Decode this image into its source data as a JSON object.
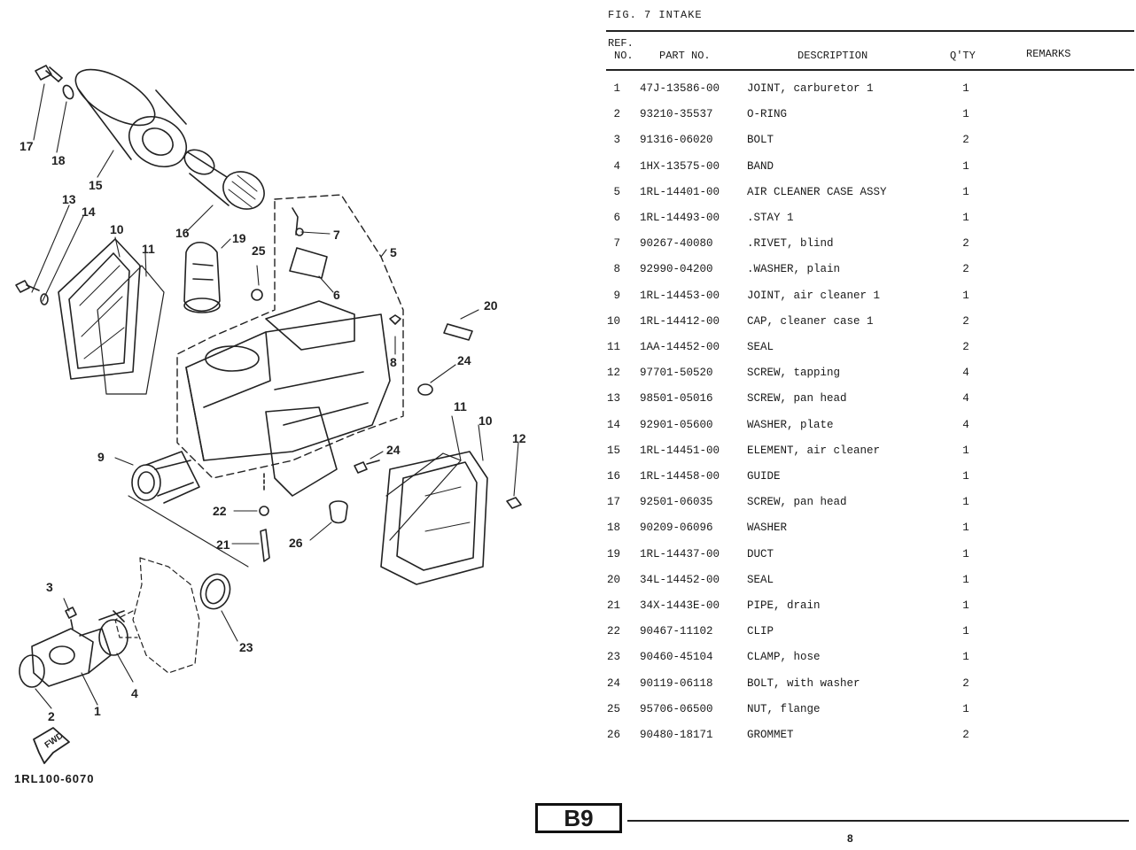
{
  "figure": {
    "title": "FIG. 7  INTAKE",
    "diagram_code": "1RL100-6070",
    "fwd_label": "FWD"
  },
  "table": {
    "headers": {
      "ref_line1": "REF.",
      "ref_line2": "NO.",
      "part_no": "PART NO.",
      "description": "DESCRIPTION",
      "qty": "Q'TY",
      "remarks": "REMARKS"
    },
    "rows": [
      {
        "ref": "1",
        "part": "47J-13586-00",
        "desc": "JOINT, carburetor 1",
        "qty": "1"
      },
      {
        "ref": "2",
        "part": "93210-35537",
        "desc": "O-RING",
        "qty": "1"
      },
      {
        "ref": "3",
        "part": "91316-06020",
        "desc": "BOLT",
        "qty": "2"
      },
      {
        "ref": "4",
        "part": "1HX-13575-00",
        "desc": "BAND",
        "qty": "1"
      },
      {
        "ref": "5",
        "part": "1RL-14401-00",
        "desc": "AIR CLEANER CASE ASSY",
        "qty": "1"
      },
      {
        "ref": "6",
        "part": "1RL-14493-00",
        "desc": ".STAY 1",
        "qty": "1"
      },
      {
        "ref": "7",
        "part": "90267-40080",
        "desc": ".RIVET, blind",
        "qty": "2"
      },
      {
        "ref": "8",
        "part": "92990-04200",
        "desc": ".WASHER, plain",
        "qty": "2"
      },
      {
        "ref": "9",
        "part": "1RL-14453-00",
        "desc": "JOINT, air cleaner 1",
        "qty": "1"
      },
      {
        "ref": "10",
        "part": "1RL-14412-00",
        "desc": "CAP, cleaner case 1",
        "qty": "2"
      },
      {
        "ref": "11",
        "part": "1AA-14452-00",
        "desc": "SEAL",
        "qty": "2"
      },
      {
        "ref": "12",
        "part": "97701-50520",
        "desc": "SCREW, tapping",
        "qty": "4"
      },
      {
        "ref": "13",
        "part": "98501-05016",
        "desc": "SCREW, pan head",
        "qty": "4"
      },
      {
        "ref": "14",
        "part": "92901-05600",
        "desc": "WASHER, plate",
        "qty": "4"
      },
      {
        "ref": "15",
        "part": "1RL-14451-00",
        "desc": "ELEMENT, air cleaner",
        "qty": "1"
      },
      {
        "ref": "16",
        "part": "1RL-14458-00",
        "desc": "GUIDE",
        "qty": "1"
      },
      {
        "ref": "17",
        "part": "92501-06035",
        "desc": "SCREW, pan head",
        "qty": "1"
      },
      {
        "ref": "18",
        "part": "90209-06096",
        "desc": "WASHER",
        "qty": "1"
      },
      {
        "ref": "19",
        "part": "1RL-14437-00",
        "desc": "DUCT",
        "qty": "1"
      },
      {
        "ref": "20",
        "part": "34L-14452-00",
        "desc": "SEAL",
        "qty": "1"
      },
      {
        "ref": "21",
        "part": "34X-1443E-00",
        "desc": "PIPE, drain",
        "qty": "1"
      },
      {
        "ref": "22",
        "part": "90467-11102",
        "desc": "CLIP",
        "qty": "1"
      },
      {
        "ref": "23",
        "part": "90460-45104",
        "desc": "CLAMP, hose",
        "qty": "1"
      },
      {
        "ref": "24",
        "part": "90119-06118",
        "desc": "BOLT, with washer",
        "qty": "2"
      },
      {
        "ref": "25",
        "part": "95706-06500",
        "desc": "NUT, flange",
        "qty": "1"
      },
      {
        "ref": "26",
        "part": "90480-18171",
        "desc": "GROMMET",
        "qty": "2"
      }
    ]
  },
  "callouts": [
    "17",
    "18",
    "15",
    "16",
    "13",
    "14",
    "10",
    "11",
    "19",
    "25",
    "7",
    "5",
    "6",
    "20",
    "8",
    "24",
    "9",
    "11",
    "10",
    "12",
    "24",
    "22",
    "21",
    "26",
    "3",
    "4",
    "23",
    "1",
    "2"
  ],
  "footer": {
    "page_box": "B9",
    "page_number": "8"
  }
}
